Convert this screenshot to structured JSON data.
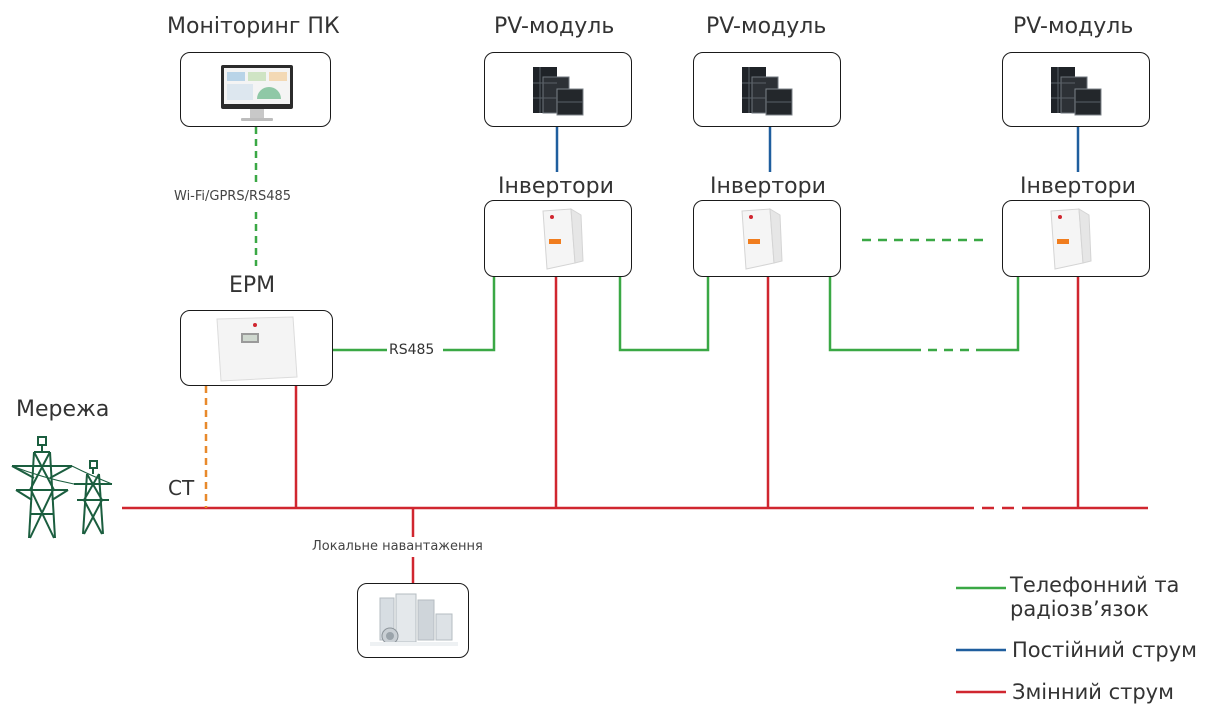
{
  "labels": {
    "monitor": "Моніторинг ПК",
    "pv1": "PV-модуль",
    "pv2": "PV-модуль",
    "pv3": "PV-модуль",
    "inv1": "Інвертори",
    "inv2": "Інвертори",
    "inv3": "Інвертори",
    "epm": "EPM",
    "grid": "Мережа",
    "ct": "CT",
    "wifi": "Wi-Fi/GPRS/RS485",
    "rs485": "RS485",
    "local_load": "Локальне навантаження"
  },
  "legend": {
    "communication": "Телефонний та радіозв’язок",
    "dc": "Постійний струм",
    "ac": "Змінний струм"
  },
  "colors": {
    "communication": "#3aa845",
    "dc": "#1f5e9e",
    "ac": "#d0262f",
    "ct": "#e8892b",
    "grid_icon": "#1b5e3f"
  }
}
